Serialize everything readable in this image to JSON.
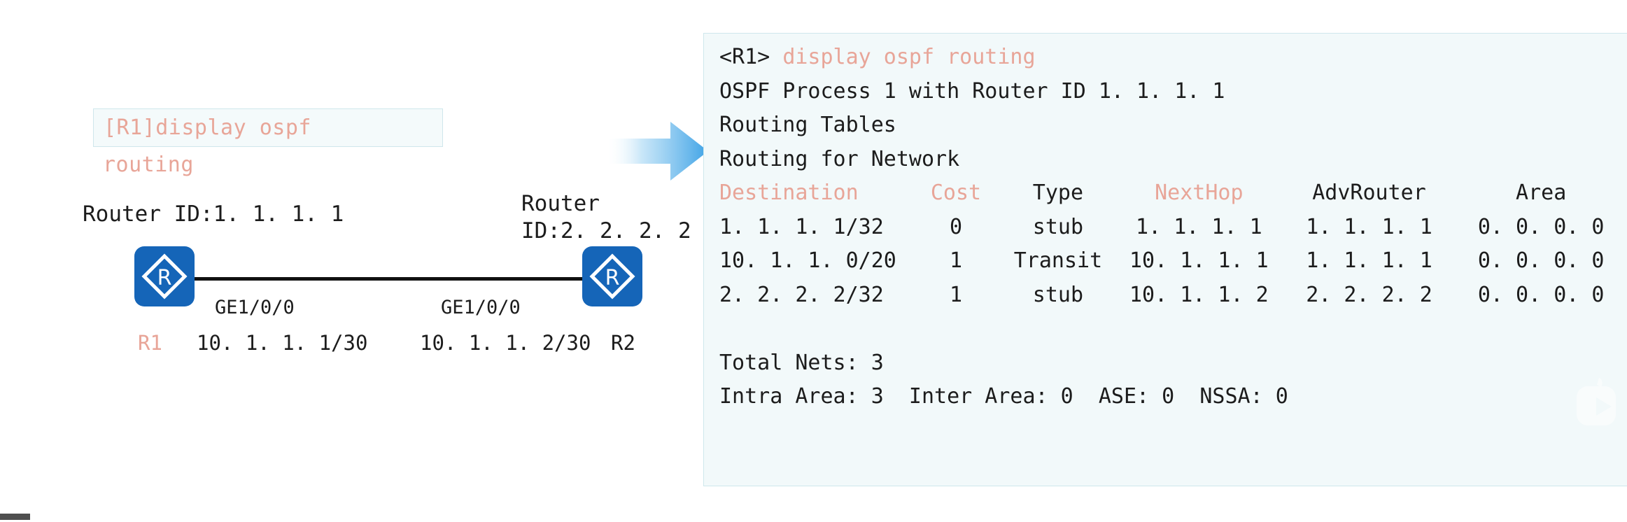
{
  "diagram": {
    "command_box": {
      "prompt_and_command": "[R1]display ospf",
      "wrapped_continuation": "routing"
    },
    "left_node": {
      "router_id_label": "Router ID:1. 1. 1. 1",
      "name": "R1",
      "interface": "GE1/0/0",
      "ip": "10. 1. 1. 1/30",
      "icon": "router-icon"
    },
    "right_node": {
      "router_id_label_line1": "Router",
      "router_id_label_line2": "ID:2. 2. 2. 2",
      "name": "R2",
      "interface": "GE1/0/0",
      "ip": "10. 1. 1. 2/30",
      "icon": "router-icon"
    },
    "arrow": "right-arrow-icon"
  },
  "terminal": {
    "prompt": "<R1>",
    "command": "display ospf routing",
    "lines": [
      "OSPF Process 1 with Router ID 1. 1. 1. 1",
      "Routing Tables",
      "Routing for Network"
    ],
    "table": {
      "headers": {
        "destination": "Destination",
        "cost": "Cost",
        "type": "Type",
        "nexthop": "NextHop",
        "advrouter": "AdvRouter",
        "area": "Area"
      },
      "rows": [
        {
          "destination": "1. 1. 1. 1/32",
          "cost": "0",
          "type": "stub",
          "nexthop": "1. 1. 1. 1",
          "advrouter": "1. 1. 1. 1",
          "area": "0. 0. 0. 0"
        },
        {
          "destination": "10. 1. 1. 0/20",
          "cost": "1",
          "type": "Transit",
          "nexthop": "10. 1. 1. 1",
          "advrouter": "1. 1. 1. 1",
          "area": "0. 0. 0. 0"
        },
        {
          "destination": "2. 2. 2. 2/32",
          "cost": "1",
          "type": "stub",
          "nexthop": "10. 1. 1. 2",
          "advrouter": "2. 2. 2. 2",
          "area": "0. 0. 0. 0"
        }
      ]
    },
    "summary": {
      "total_nets": "Total Nets: 3",
      "areas": "Intra Area: 3  Inter Area: 0  ASE: 0  NSSA: 0"
    }
  },
  "colors": {
    "command_text": "#e8a598",
    "panel_background": "#f2f9fa",
    "panel_border": "#cfe7ec",
    "router_blue": "#1565b8",
    "text": "#1c1c1c",
    "arrow_blue": "#4aa8e8"
  }
}
